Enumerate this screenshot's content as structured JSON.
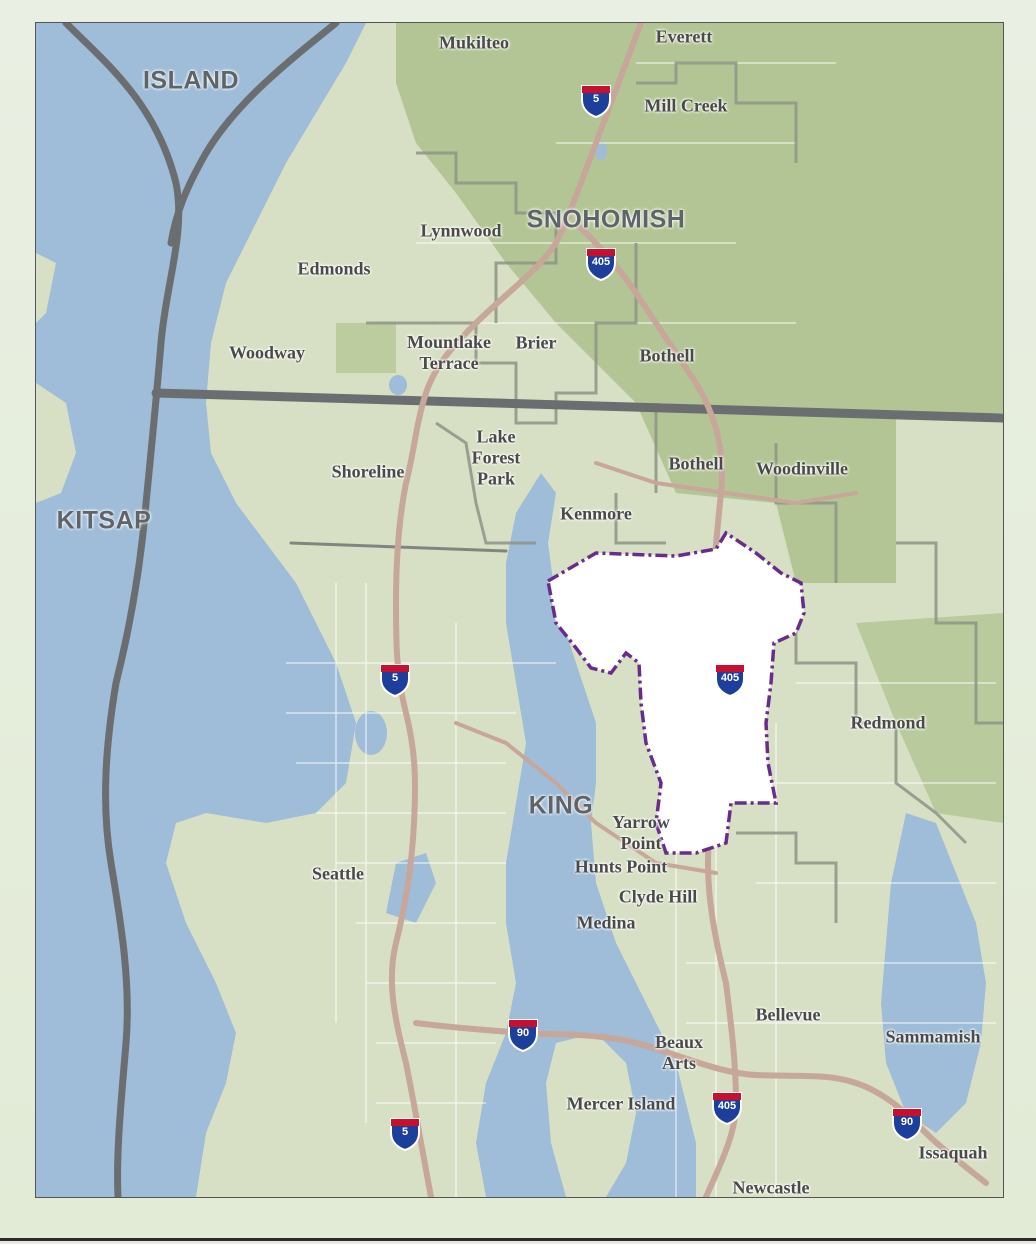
{
  "counties": {
    "island": "ISLAND",
    "snohomish": "SNOHOMISH",
    "kitsap": "KITSAP",
    "king": "KING"
  },
  "places": {
    "mukilteo": "Mukilteo",
    "everett": "Everett",
    "mill_creek": "Mill Creek",
    "lynnwood": "Lynnwood",
    "edmonds": "Edmonds",
    "woodway": "Woodway",
    "mountlake_terrace": "Mountlake\nTerrace",
    "brier": "Brier",
    "bothell_north": "Bothell",
    "shoreline": "Shoreline",
    "lake_forest_park": "Lake\nForest\nPark",
    "bothell_south": "Bothell",
    "woodinville": "Woodinville",
    "kenmore": "Kenmore",
    "redmond": "Redmond",
    "yarrow_point": "Yarrow\nPoint",
    "hunts_point": "Hunts Point",
    "clyde_hill": "Clyde Hill",
    "medina": "Medina",
    "seattle": "Seattle",
    "bellevue": "Bellevue",
    "beaux_arts": "Beaux\nArts",
    "sammamish": "Sammamish",
    "mercer_island": "Mercer Island",
    "issaquah": "Issaquah",
    "newcastle": "Newcastle"
  },
  "shields": {
    "i5_north": "5",
    "i405_north": "405",
    "i5_mid": "5",
    "i405_mid": "405",
    "i90_west": "90",
    "i405_south": "405",
    "i5_south": "5",
    "i90_east": "90"
  },
  "colors": {
    "water": "#9fbcd8",
    "land": "#d7e0c4",
    "forest": "#b3c595",
    "highlight": "#ffffff",
    "highlight_border": "#6a2c8c",
    "county_line": "#6b6e70",
    "highway": "#c7a79a",
    "shield_blue": "#1d3f9c",
    "shield_red": "#c8102e"
  }
}
